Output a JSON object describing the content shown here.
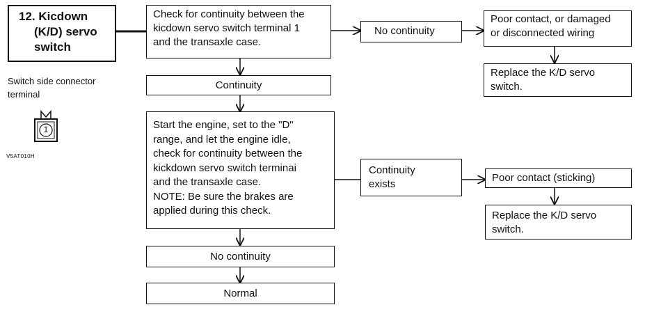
{
  "step": {
    "number_line": "12. Kicdown",
    "line2": "(K/D) servo",
    "line3": "switch"
  },
  "side_note": {
    "label_line1": "Switch side connector",
    "label_line2": "terminal",
    "terminal_number": "1",
    "figure_code": "V5AT010H"
  },
  "check1": {
    "lines": [
      "Check for continuity between the",
      "kicdown servo switch terminal 1",
      "and the transaxle case."
    ]
  },
  "no_continuity_1": "No continuity",
  "poor_contact_1": {
    "lines": [
      "Poor contact, or damaged",
      "or disconnected wiring"
    ]
  },
  "replace_1": {
    "lines": [
      "Replace the K/D servo",
      "switch."
    ]
  },
  "continuity": "Continuity",
  "check2": {
    "lines": [
      "Start the engine, set to the \"D\"",
      "range, and let the engine idle,",
      "check for continuity between the",
      "kickdown servo switch terminai",
      "and the transaxle case.",
      "NOTE: Be sure the brakes are",
      "applied during this check."
    ]
  },
  "continuity_exists": {
    "lines": [
      "Continuity",
      "exists"
    ]
  },
  "poor_contact_2": "Poor contact (sticking)",
  "replace_2": {
    "lines": [
      "Replace the K/D servo",
      "switch."
    ]
  },
  "no_continuity_2": "No continuity",
  "normal": "Normal"
}
